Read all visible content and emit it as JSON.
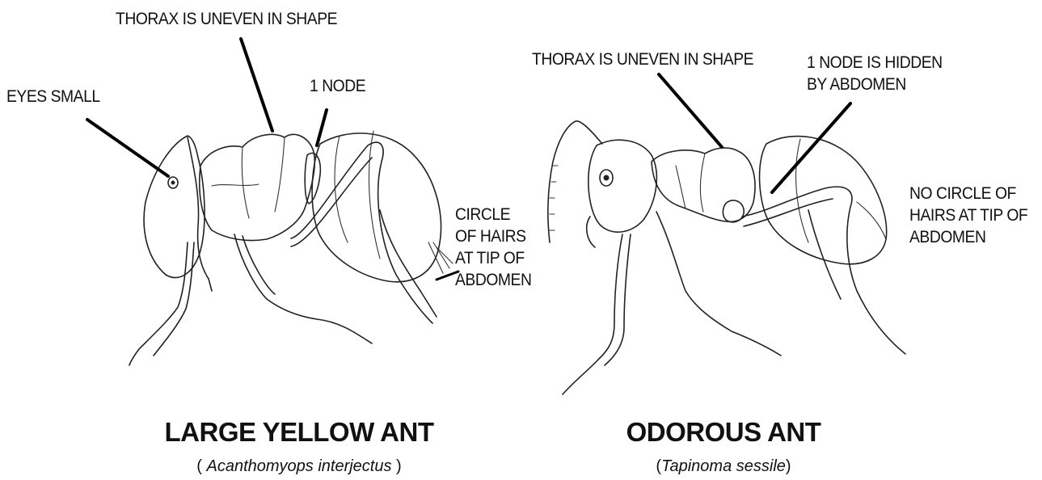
{
  "left": {
    "title": "LARGE YELLOW ANT",
    "scientific_name": "Acanthomyops interjectus",
    "labels": {
      "thorax": "THORAX IS UNEVEN IN SHAPE",
      "eyes": "EYES SMALL",
      "node": "1 NODE",
      "hairs": "CIRCLE\nOF HAIRS\nAT TIP OF\nABDOMEN"
    }
  },
  "right": {
    "title": "ODOROUS ANT",
    "scientific_name": "Tapinoma sessile",
    "labels": {
      "thorax": "THORAX IS UNEVEN IN SHAPE",
      "node": "1 NODE IS HIDDEN\nBY ABDOMEN",
      "hairs": "NO CIRCLE OF\nHAIRS AT TIP OF\nABDOMEN"
    }
  },
  "punctuation": {
    "open_paren": "( ",
    "close_paren": " )",
    "open_paren_tight": "(",
    "close_paren_tight": ")"
  }
}
